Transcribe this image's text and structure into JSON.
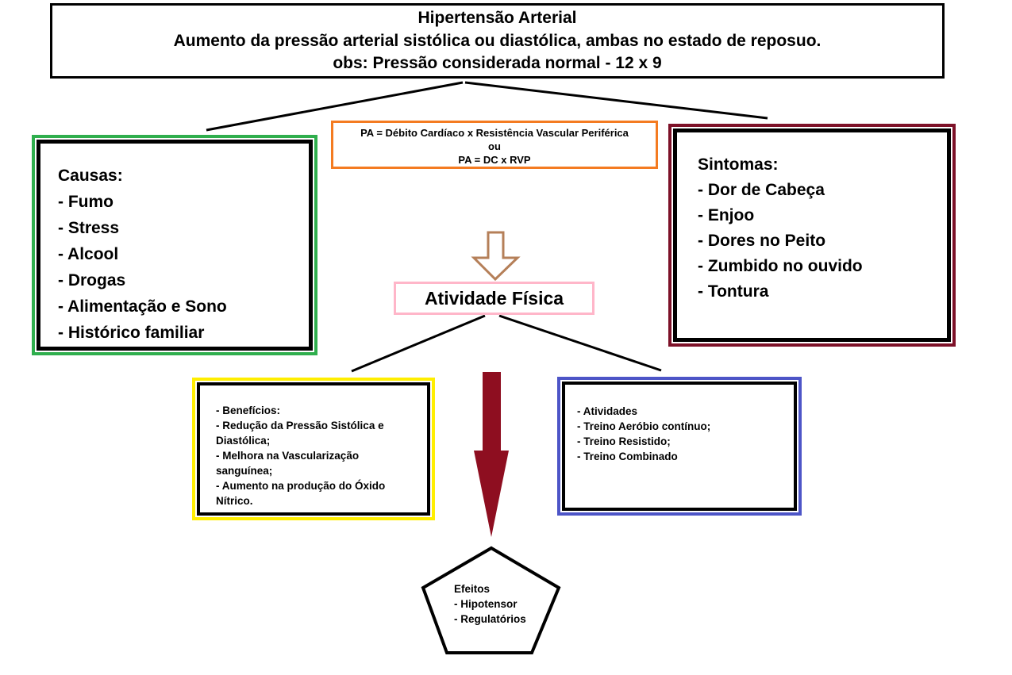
{
  "title_box": {
    "line1": "Hipertensão Arterial",
    "line2": "Aumento da pressão arterial sistólica ou diastólica, ambas no estado de reposuo.",
    "line3": "obs: Pressão considerada normal - 12 x 9"
  },
  "causes_box": {
    "heading": "Causas:",
    "items": [
      "- Fumo",
      "- Stress",
      "- Alcool",
      "- Drogas",
      "- Alimentação e Sono",
      "- Histórico familiar"
    ]
  },
  "formula_box": {
    "line1": "PA = Débito Cardíaco x Resistência Vascular Periférica",
    "line2": "ou",
    "line3": "PA = DC x RVP"
  },
  "symptoms_box": {
    "heading": "Sintomas:",
    "items": [
      "- Dor de Cabeça",
      "- Enjoo",
      "- Dores no Peito",
      "- Zumbido no ouvido",
      "- Tontura"
    ]
  },
  "activity_box": {
    "label": "Atividade Física"
  },
  "benefits_box": {
    "lines": [
      "- Benefícios:",
      "- Redução da Pressão Sistólica e Diastólica;",
      "- Melhora na Vascularização sanguínea;",
      "- Aumento na produção do Óxido Nítrico."
    ]
  },
  "activities_box": {
    "lines": [
      "- Atividades",
      "- Treino Aeróbio contínuo;",
      "- Treino Resistido;",
      "- Treino Combinado"
    ]
  },
  "effects_pentagon": {
    "heading": "Efeitos",
    "items": [
      "- Hipotensor",
      "- Regulatórios"
    ]
  },
  "icons": {
    "hollow_down_arrow": "hollow outlined arrow pointing down",
    "solid_down_arrow": "solid filled arrow pointing down"
  },
  "colors": {
    "causes_border": "#2fae4d",
    "symptoms_border": "#7d1128",
    "formula_border": "#f47b21",
    "activity_border": "#ffb6c9",
    "benefits_border": "#ffee00",
    "activities_border": "#4d55c7",
    "hollow_arrow_outline": "#b57f58",
    "solid_arrow_fill": "#8e0e20",
    "line_color": "#000000"
  }
}
